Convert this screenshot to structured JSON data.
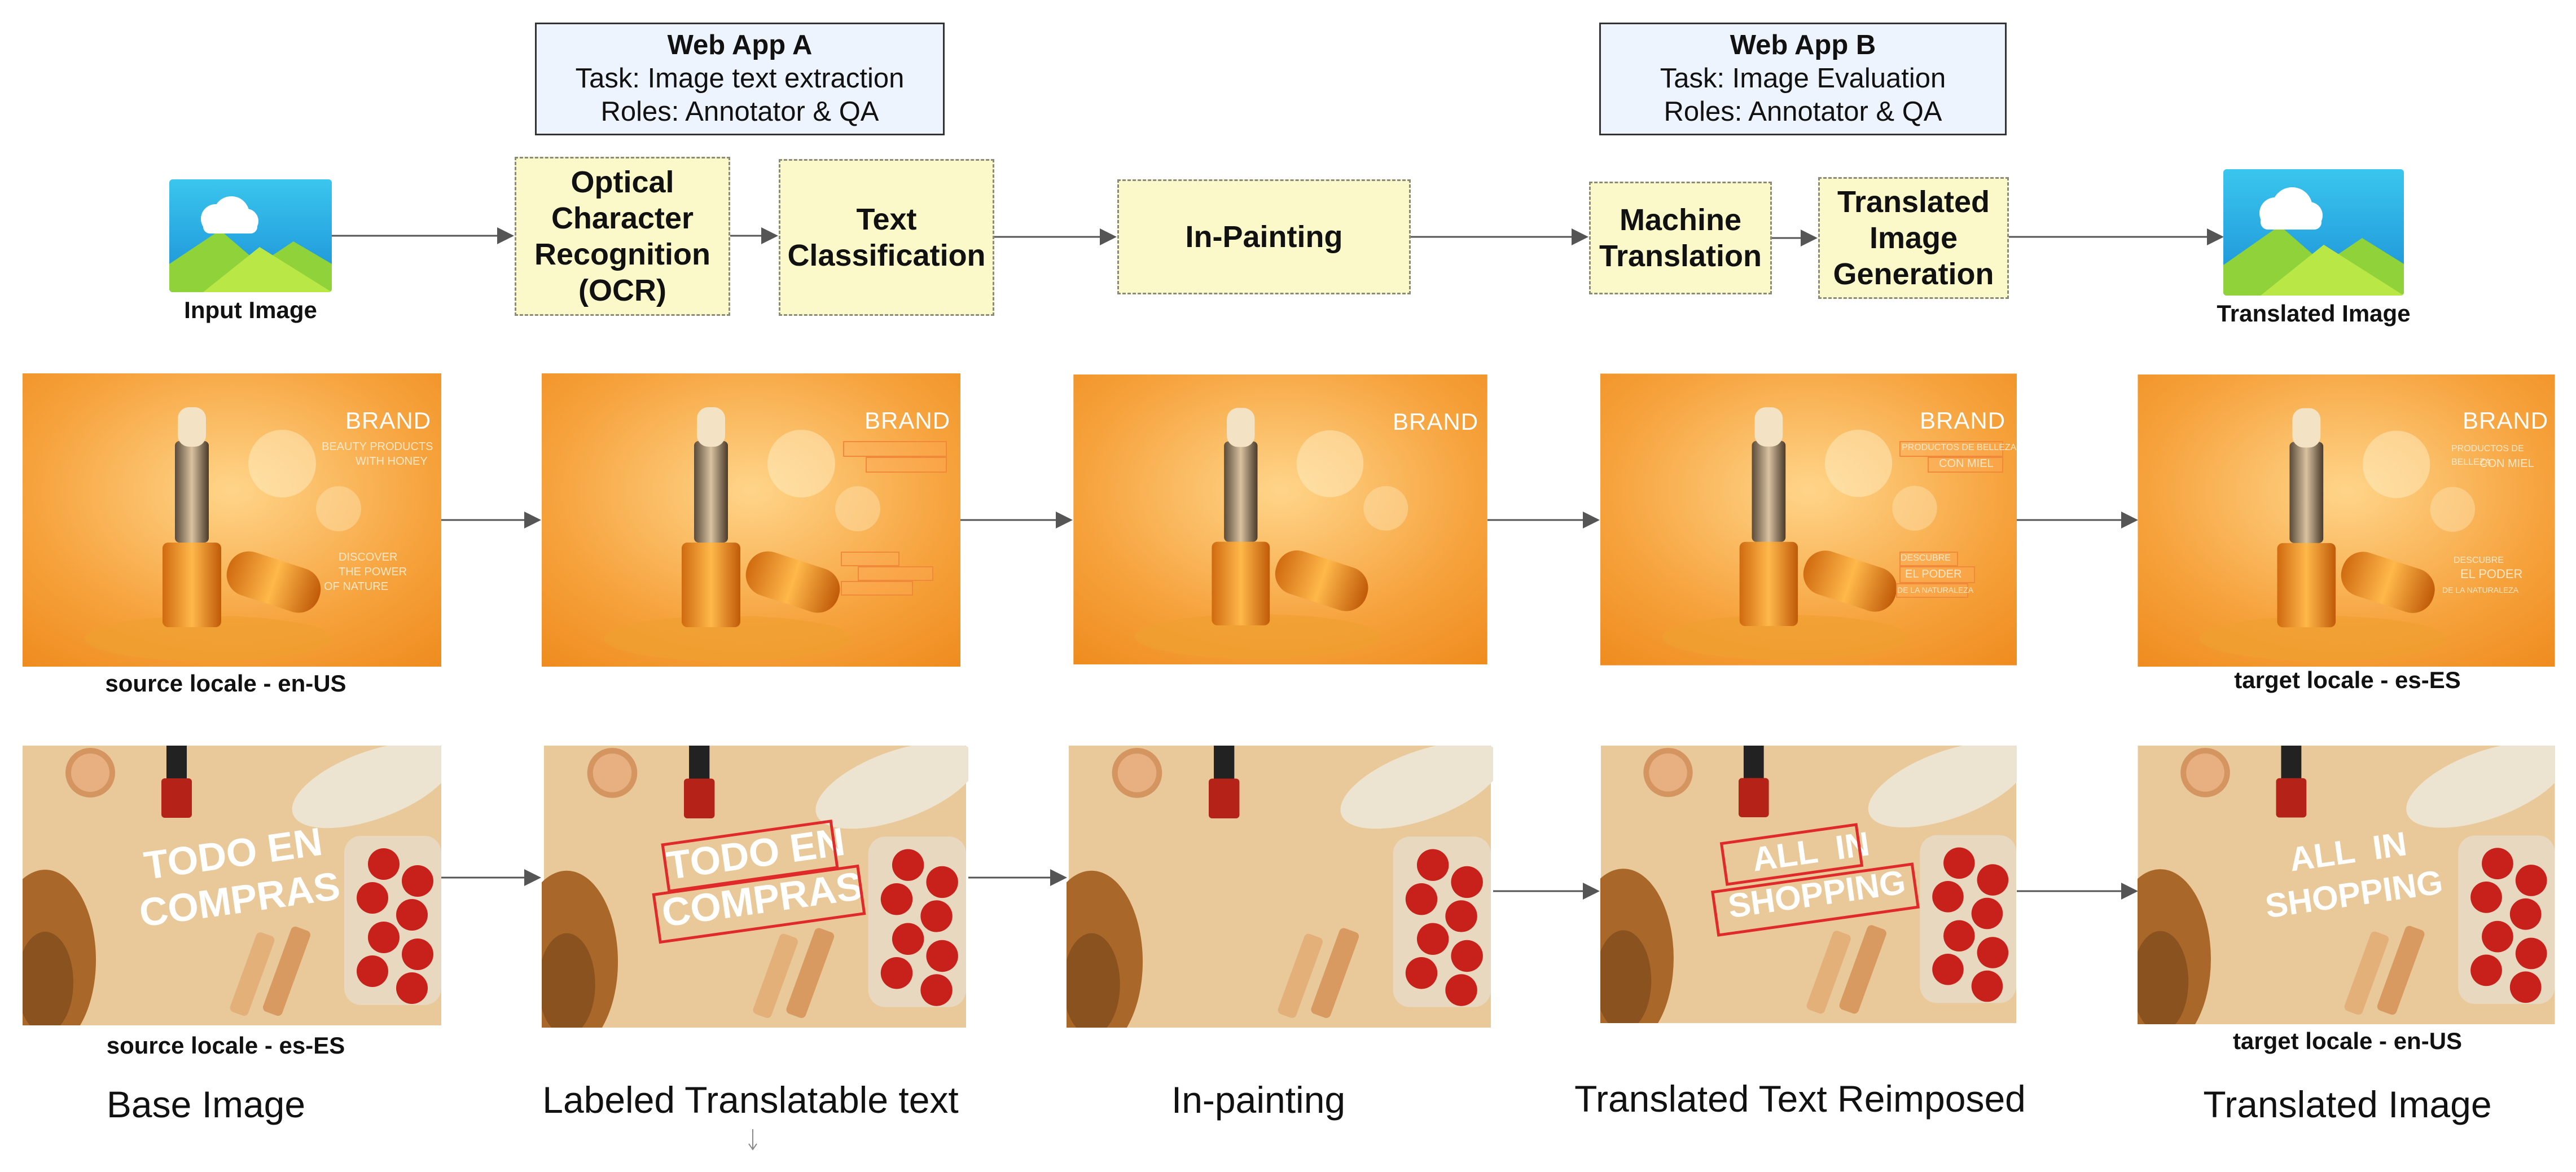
{
  "web_app_a": {
    "title": "Web App A",
    "task": "Task: Image text extraction",
    "roles": "Roles: Annotator & QA"
  },
  "web_app_b": {
    "title": "Web App B",
    "task": "Task: Image Evaluation",
    "roles": "Roles: Annotator & QA"
  },
  "steps": {
    "ocr": "Optical Character Recognition (OCR)",
    "text_classification": "Text Classification",
    "in_painting": "In-Painting",
    "machine_translation": "Machine Translation",
    "translated_image_generation": "Translated Image Generation"
  },
  "flow": {
    "input_label": "Input Image",
    "output_label": "Translated Image"
  },
  "row1": {
    "source_locale": "source locale - en-US",
    "target_locale": "target locale - es-ES",
    "brand": "BRAND",
    "src_line1": "BEAUTY PRODUCTS",
    "src_line2": "WITH HONEY",
    "src_line3": "DISCOVER",
    "src_line4": "THE POWER",
    "src_line5": "OF NATURE",
    "tgt_line1": "PRODUCTOS DE BELLEZA",
    "tgt_line2": "CON MIEL",
    "tgt_line3": "DESCUBRE",
    "tgt_line4": "EL PODER",
    "tgt_line5": "DE LA NATURALEZA"
  },
  "row2": {
    "source_locale": "source locale - es-ES",
    "target_locale": "target locale - en-US",
    "src_word1": "TODO EN",
    "src_word2": "COMPRAS",
    "tgt_word1": "ALL  IN",
    "tgt_word2": "SHOPPING"
  },
  "footers": {
    "base": "Base Image",
    "labeled": "Labeled Translatable text",
    "inpainting": "In-painting",
    "reimposed": "Translated Text Reimposed",
    "translated": "Translated Image"
  },
  "colors": {
    "step_fill": "#fbf8c9",
    "webapp_fill": "#eef4fd",
    "label_red": "#e02a2a",
    "orange": "#f29a2e"
  }
}
